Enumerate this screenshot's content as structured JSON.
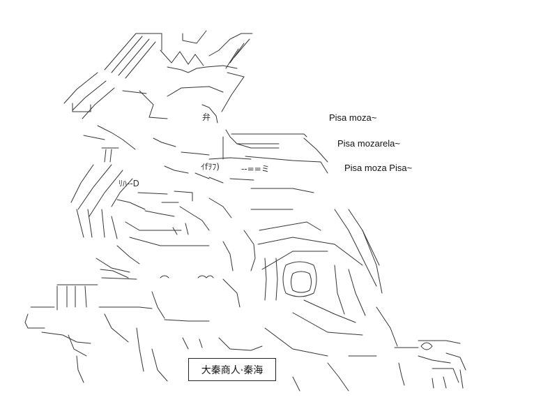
{
  "speech": [
    "Pisa moza~",
    "Pisa mozarela~",
    "Pisa moza Pisa~"
  ],
  "glyphs": {
    "patch_a": "弁",
    "face_text": "ｲfｦﾌ)",
    "boot_text": "ﾘﾊ--D",
    "chest_text": "--==ミ"
  },
  "caption": "大秦商人·秦海",
  "colors": {
    "ink": "#333333",
    "background": "#ffffff"
  }
}
